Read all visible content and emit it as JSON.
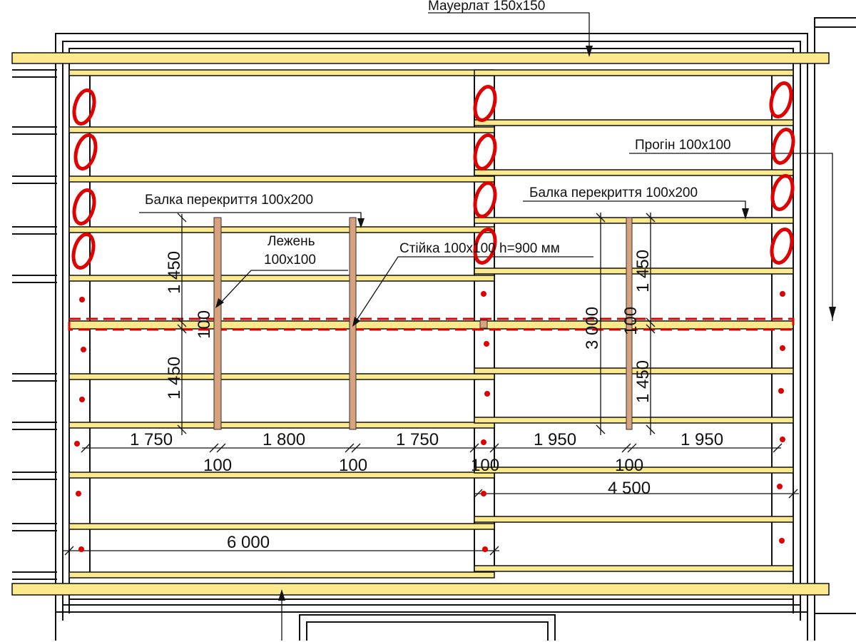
{
  "labels": {
    "mauerlat": "Мауерлат 150х150",
    "beam_left": "Балка перекриття 100х200",
    "beam_right": "Балка перекриття 100х200",
    "lezhen_line1": "Лежень",
    "lezhen_line2": "100х100",
    "stiyka": "Стійка 100х100 h=900 мм",
    "progin": "Прогін 100х100"
  },
  "dimensions": {
    "h_spans": [
      "1 750",
      "1 800",
      "1 750",
      "1 950",
      "1 950"
    ],
    "post_widths": [
      "100",
      "100",
      "100",
      "100"
    ],
    "right_total": "4 500",
    "left_total": "6 000",
    "v_left_top": "1 450",
    "v_left_bottom": "1 450",
    "v_left_post": "100",
    "v_right_total": "3 000",
    "v_right_post": "100",
    "v_right_top": "1 450",
    "v_right_bottom": "1 450"
  },
  "colors": {
    "timber": "#fbe98c",
    "post": "#d9a27e",
    "markup": "#e00000"
  }
}
